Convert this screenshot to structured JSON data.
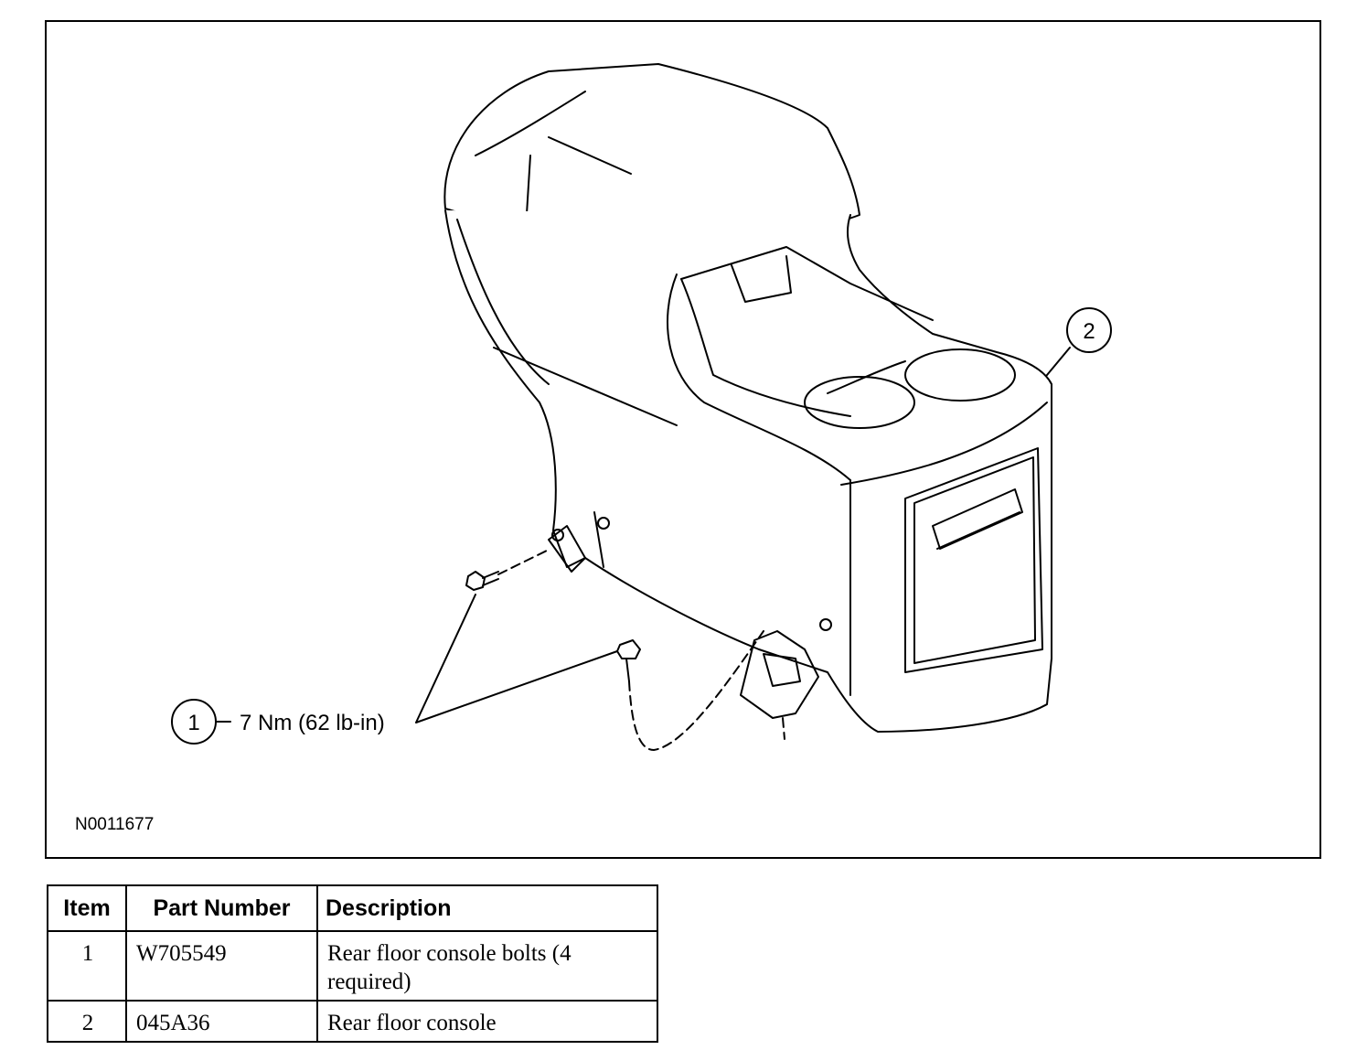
{
  "diagram": {
    "figure_id": "N0011677",
    "callouts": [
      {
        "number": "1",
        "label": "7 Nm (62 lb-in)"
      },
      {
        "number": "2",
        "label": ""
      }
    ]
  },
  "table": {
    "headers": {
      "item": "Item",
      "part_number": "Part Number",
      "description": "Description"
    },
    "rows": [
      {
        "item": "1",
        "part_number": "W705549",
        "description": "Rear floor console bolts (4 required)"
      },
      {
        "item": "2",
        "part_number": "045A36",
        "description": "Rear floor console"
      }
    ]
  }
}
